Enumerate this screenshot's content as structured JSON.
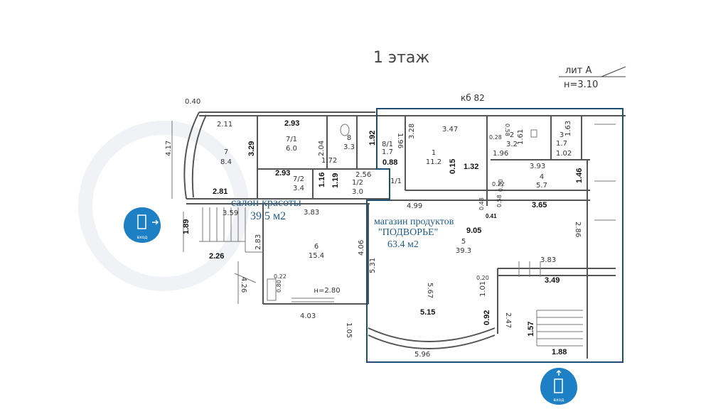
{
  "floor_title": "1 этаж",
  "lit": {
    "name": "лит А",
    "height": "н=3.10"
  },
  "rooms": {
    "r7_num": "7",
    "r7_area": "8.4",
    "r71_num": "7/1",
    "r71_area": "6.0",
    "r72_num": "7/2",
    "r72_area": "3.4",
    "r8_num": "8",
    "r8_area": "3.3",
    "r81_num": "8/1",
    "r81_area": "1.7",
    "r12_num": "1/2",
    "r12_area": "3.0",
    "r11_num": "1/1",
    "r1_num": "1",
    "r1_area": "11.2",
    "r2_num": "2",
    "r2_area": "3.2",
    "r3_num": "3",
    "r3_area": "1.7",
    "r4_num": "4",
    "r4_area": "5.7",
    "r5_num": "5",
    "r5_area": "39.3",
    "r6_num": "6",
    "r6_area": "15.4",
    "r6_height": "н=2.80",
    "kb": "кб 82"
  },
  "salon": {
    "name": "салон красоты",
    "area": "39.5 м2"
  },
  "shop": {
    "name": "магазин продуктов",
    "brand": "\"ПОДВОРЬЕ\"",
    "area": "63.4 м2"
  },
  "dims_bold": {
    "d293a": "2.93",
    "d192": "1.92",
    "d329": "3.29",
    "d293b": "2.93",
    "d116": "1.16",
    "d119": "1.19",
    "d281": "2.81",
    "d088": "0.88",
    "d015": "0.15",
    "d132": "1.32",
    "d146": "1.46",
    "d365": "3.65",
    "d905": "9.05",
    "d189": "1.89",
    "d226": "2.26",
    "d349": "3.49",
    "d515": "5.15",
    "d092": "0.92",
    "d157": "1.57",
    "d188": "1.88",
    "d041": "0.41"
  },
  "dims_thin": {
    "d040": "0.40",
    "d211": "2.11",
    "d417": "4.17",
    "d204": "2.04",
    "d172": "1.72",
    "d256": "2.56",
    "d196": "1.96",
    "d328": "3.28",
    "d347": "3.47",
    "d058": "0.58",
    "d028": "0.28",
    "d161": "1.61",
    "d163": "1.63",
    "d102": "1.02",
    "d196b": "1.96",
    "d393": "3.93",
    "d022": "0.22",
    "d030": "0.30",
    "d499": "4.99",
    "d048": "0.48",
    "d058b": "0.58",
    "d359": "3.59",
    "d383": "3.83",
    "d283": "2.83",
    "d406": "4.06",
    "d531": "5.31",
    "d567": "5.67",
    "d286": "2.86",
    "d383b": "3.83",
    "d020": "0.20",
    "d101": "1.01",
    "d247": "2.47",
    "d426": "4.26",
    "d022b": "0.22",
    "d080": "0.80",
    "d403": "4.03",
    "d105": "1.05",
    "d596": "5.96"
  },
  "entrance_label": "вход",
  "colors": {
    "accent": "#1d7fc4",
    "outline": "#1d4f74",
    "label": "#1f5c8c"
  }
}
